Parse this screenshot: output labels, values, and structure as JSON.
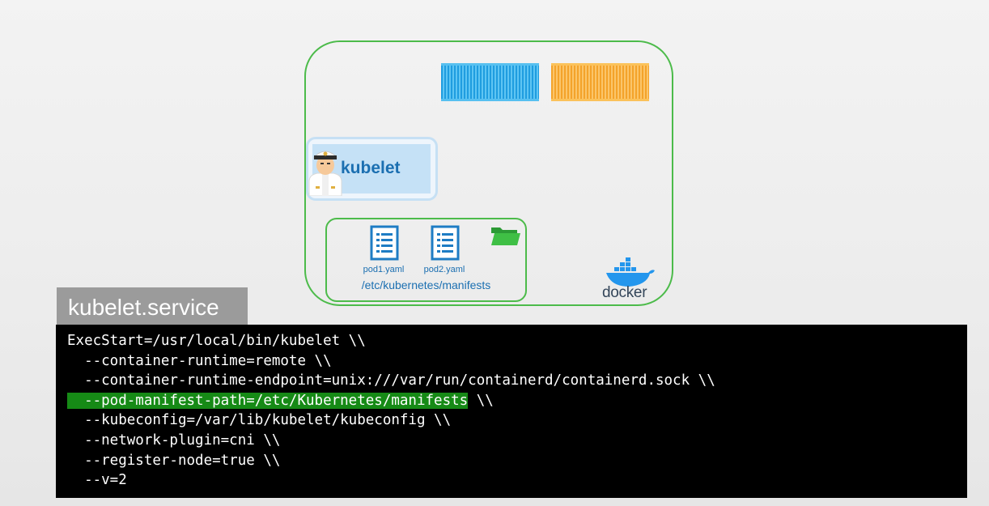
{
  "diagram": {
    "kubelet_label": "kubelet",
    "manifests": {
      "files": [
        "pod1.yaml",
        "pod2.yaml"
      ],
      "path": "/etc/kubernetes/manifests"
    },
    "runtime_label": "docker",
    "icons": [
      "captain-icon",
      "document-icon",
      "folder-icon",
      "docker-whale-icon",
      "container-icon"
    ],
    "colors": {
      "node_border": "#4cbb4a",
      "container_blue": "#1f9de0",
      "container_orange": "#f4a32a",
      "highlight": "#168a16",
      "label_blue": "#1b6fb1"
    }
  },
  "service": {
    "title": "kubelet.service",
    "lines": [
      {
        "text": "ExecStart=/usr/local/bin/kubelet \\\\",
        "pre": "",
        "hl": ""
      },
      {
        "text": "  --container-runtime=remote \\\\",
        "pre": "",
        "hl": ""
      },
      {
        "text": "  --container-runtime-endpoint=unix:///var/run/containerd/containerd.sock \\\\",
        "pre": "",
        "hl": ""
      },
      {
        "text": " \\\\",
        "pre": "",
        "hl": "  --pod-manifest-path=/etc/Kubernetes/manifests"
      },
      {
        "text": "  --kubeconfig=/var/lib/kubelet/kubeconfig \\\\",
        "pre": "",
        "hl": ""
      },
      {
        "text": "  --network-plugin=cni \\\\",
        "pre": "",
        "hl": ""
      },
      {
        "text": "  --register-node=true \\\\",
        "pre": "",
        "hl": ""
      },
      {
        "text": "  --v=2",
        "pre": "",
        "hl": ""
      }
    ]
  }
}
